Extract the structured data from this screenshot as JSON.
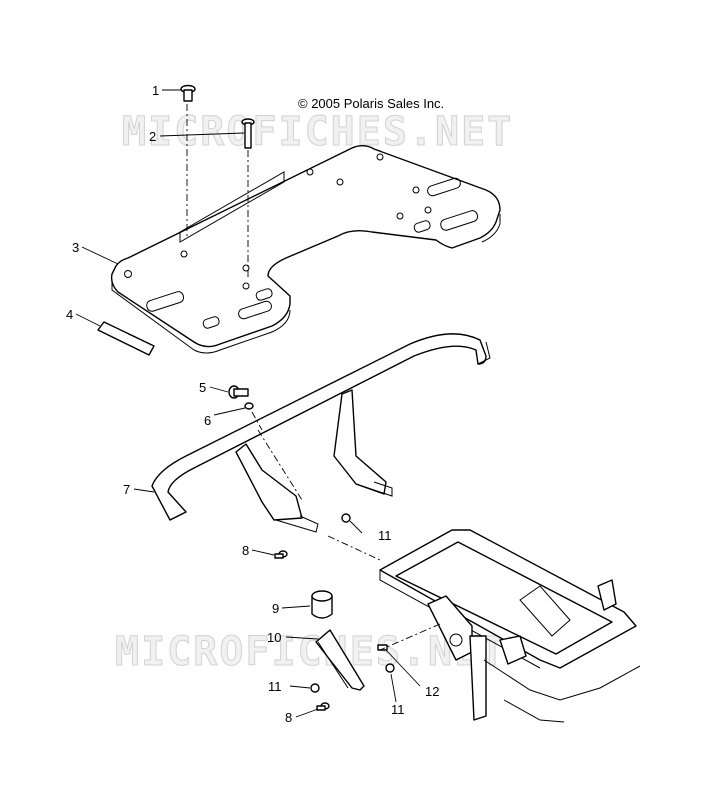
{
  "copyright": "© 2005 Polaris Sales Inc.",
  "watermarks": [
    "MICROFICHES.NET",
    "MICROFICHES.NET"
  ],
  "callouts": [
    "1",
    "2",
    "3",
    "4",
    "5",
    "6",
    "7",
    "8",
    "9",
    "10",
    "11",
    "12",
    "11",
    "11",
    "8"
  ]
}
